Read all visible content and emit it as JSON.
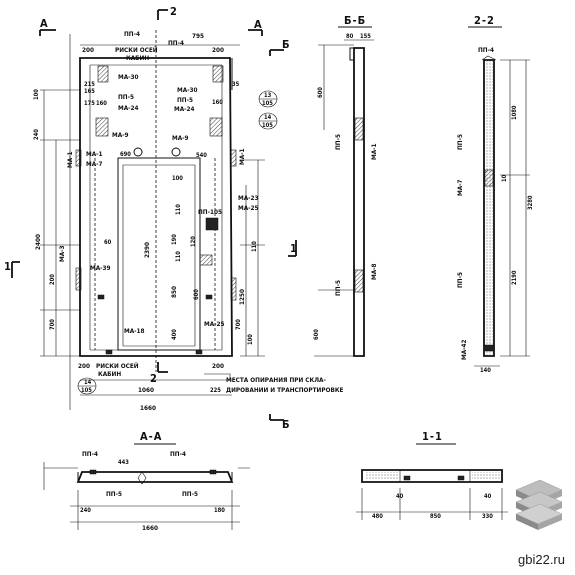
{
  "watermark": "gbi22.ru",
  "views": {
    "bb": "Б-Б",
    "v22": "2-2",
    "aa": "А-А",
    "v11": "1-1"
  },
  "markers": {
    "a": "А",
    "b": "Б",
    "n2": "2",
    "n1": "1"
  },
  "plan": {
    "dims": {
      "d795": "795",
      "d200a": "200",
      "d200b": "200",
      "d100": "100",
      "d215": "215",
      "d160": "160",
      "d175": "175",
      "d165": "165",
      "d35": "35",
      "d160b": "160",
      "d690": "690",
      "d540": "540",
      "d240": "240",
      "d2400": "2400",
      "d200l": "200",
      "d700l": "700",
      "d100c": "100",
      "d110": "110",
      "d2390": "2390",
      "d190": "190",
      "d850": "850",
      "d600": "600",
      "d110b": "110",
      "d120": "120",
      "d110r": "110",
      "d1250": "1250",
      "d700r": "700",
      "d60": "60",
      "d100r": "100",
      "d200bot": "200",
      "d200bot2": "200",
      "d1060": "1060",
      "d225": "225",
      "d1660": "1660",
      "d400": "400",
      "d14": "14",
      "d13": "13",
      "d105": "105"
    },
    "labels": {
      "pp4a": "ПП-4",
      "pp4b": "ПП-4",
      "riski_top": "РИСКИ ОСЕЙ",
      "kabin_top": "КАБИН",
      "ma30a": "МА-30",
      "ma30b": "МА-30",
      "pp5a": "ПП-5",
      "pp5b": "ПП-5",
      "ma24a": "МА-24",
      "ma24b": "МА-24",
      "ma1a": "МА-1",
      "ma1b": "МА-1",
      "ma1c": "МА-1",
      "ma9a": "МА-9",
      "ma9b": "МА-9",
      "ma7": "МА-7",
      "ma23": "МА-23",
      "ma25a": "МА-25",
      "ma25b": "МА-25",
      "ma3": "МА-3",
      "ma39": "МА-39",
      "ma18": "МА-18",
      "pp105": "ПП-105",
      "riski_bot": "РИСКИ ОСЕЙ",
      "kabin_bot": "КАБИН",
      "place1": "МЕСТА ОПИРАНИЯ ПРИ СКЛА-",
      "place2": "ДИРОВАНИИ И ТРАНСПОРТИРОВКЕ"
    }
  },
  "section_bb": {
    "dims": {
      "d80": "80",
      "d155": "155",
      "d600": "600",
      "d600b": "600"
    },
    "labels": {
      "pp5a": "ПП-5",
      "pp5b": "ПП-5",
      "ma1": "МА-1",
      "ma8": "МА-8"
    }
  },
  "section_22": {
    "dims": {
      "d1080": "1080",
      "d3280": "3280",
      "d2190": "2190",
      "d10": "10",
      "d140": "140"
    },
    "labels": {
      "pp4": "ПП-4",
      "pp5a": "ПП-5",
      "pp5b": "ПП-5",
      "ma7": "МА-7",
      "ma42": "МА-42"
    }
  },
  "section_aa": {
    "dims": {
      "d443": "443",
      "d240": "240",
      "d180": "180",
      "d1660": "1660"
    },
    "labels": {
      "pp4a": "ПП-4",
      "pp4b": "ПП-4",
      "pp5a": "ПП-5",
      "pp5b": "ПП-5"
    }
  },
  "section_11": {
    "dims": {
      "d480": "480",
      "d850": "850",
      "d330": "330",
      "d40a": "40",
      "d40b": "40"
    }
  }
}
